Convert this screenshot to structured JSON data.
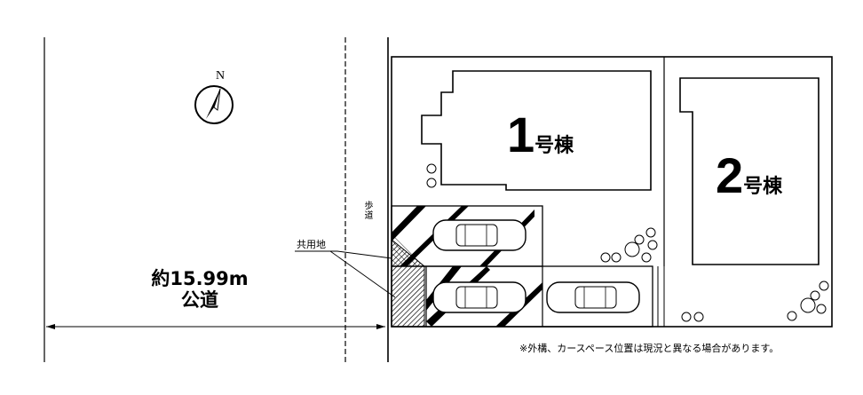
{
  "compass": {
    "north_label": "N",
    "icon": "compass-north-arrow-icon"
  },
  "buildings": [
    {
      "number": "1",
      "suffix": "号棟"
    },
    {
      "number": "2",
      "suffix": "号棟"
    }
  ],
  "road": {
    "width": "約15.99m",
    "name": "公道"
  },
  "sidewalk_label": "歩道",
  "shared_land_label": "共用地",
  "note": "※外構、カースペース位置は現況と異なる場合があります。",
  "parking_spaces": 3
}
